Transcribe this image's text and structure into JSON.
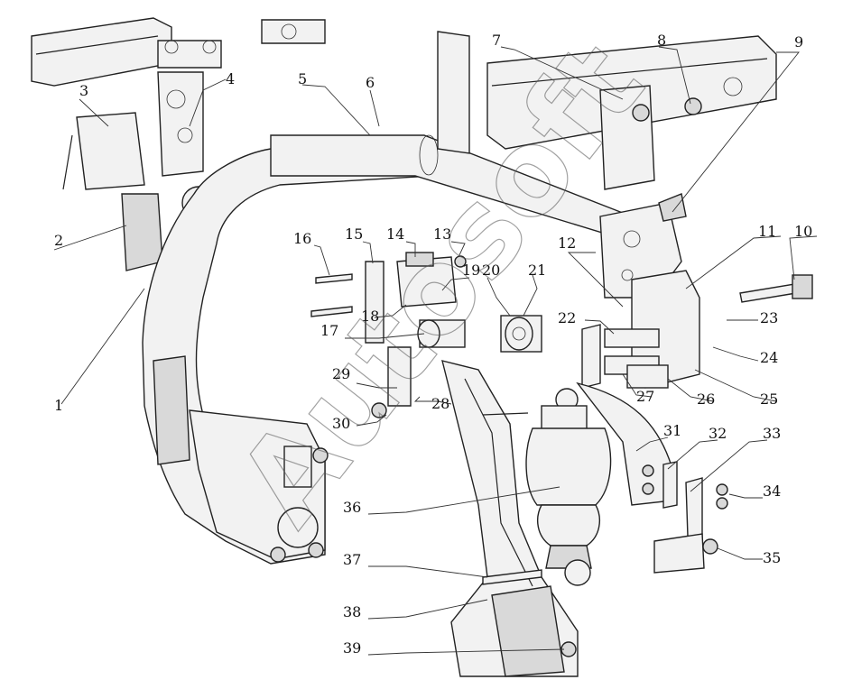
{
  "watermark": "Autosoft",
  "callouts": [
    {
      "label": "1"
    },
    {
      "label": "2"
    },
    {
      "label": "3"
    },
    {
      "label": "4"
    },
    {
      "label": "5"
    },
    {
      "label": "6"
    },
    {
      "label": "7"
    },
    {
      "label": "8"
    },
    {
      "label": "9"
    },
    {
      "label": "10"
    },
    {
      "label": "11"
    },
    {
      "label": "12"
    },
    {
      "label": "13"
    },
    {
      "label": "14"
    },
    {
      "label": "15"
    },
    {
      "label": "16"
    },
    {
      "label": "17"
    },
    {
      "label": "18"
    },
    {
      "label": "19"
    },
    {
      "label": "20"
    },
    {
      "label": "21"
    },
    {
      "label": "22"
    },
    {
      "label": "23"
    },
    {
      "label": "24"
    },
    {
      "label": "25"
    },
    {
      "label": "26"
    },
    {
      "label": "27"
    },
    {
      "label": "28"
    },
    {
      "label": "29"
    },
    {
      "label": "30"
    },
    {
      "label": "31"
    },
    {
      "label": "32"
    },
    {
      "label": "33"
    },
    {
      "label": "34"
    },
    {
      "label": "35"
    },
    {
      "label": "36"
    },
    {
      "label": "37"
    },
    {
      "label": "38"
    },
    {
      "label": "39"
    }
  ]
}
